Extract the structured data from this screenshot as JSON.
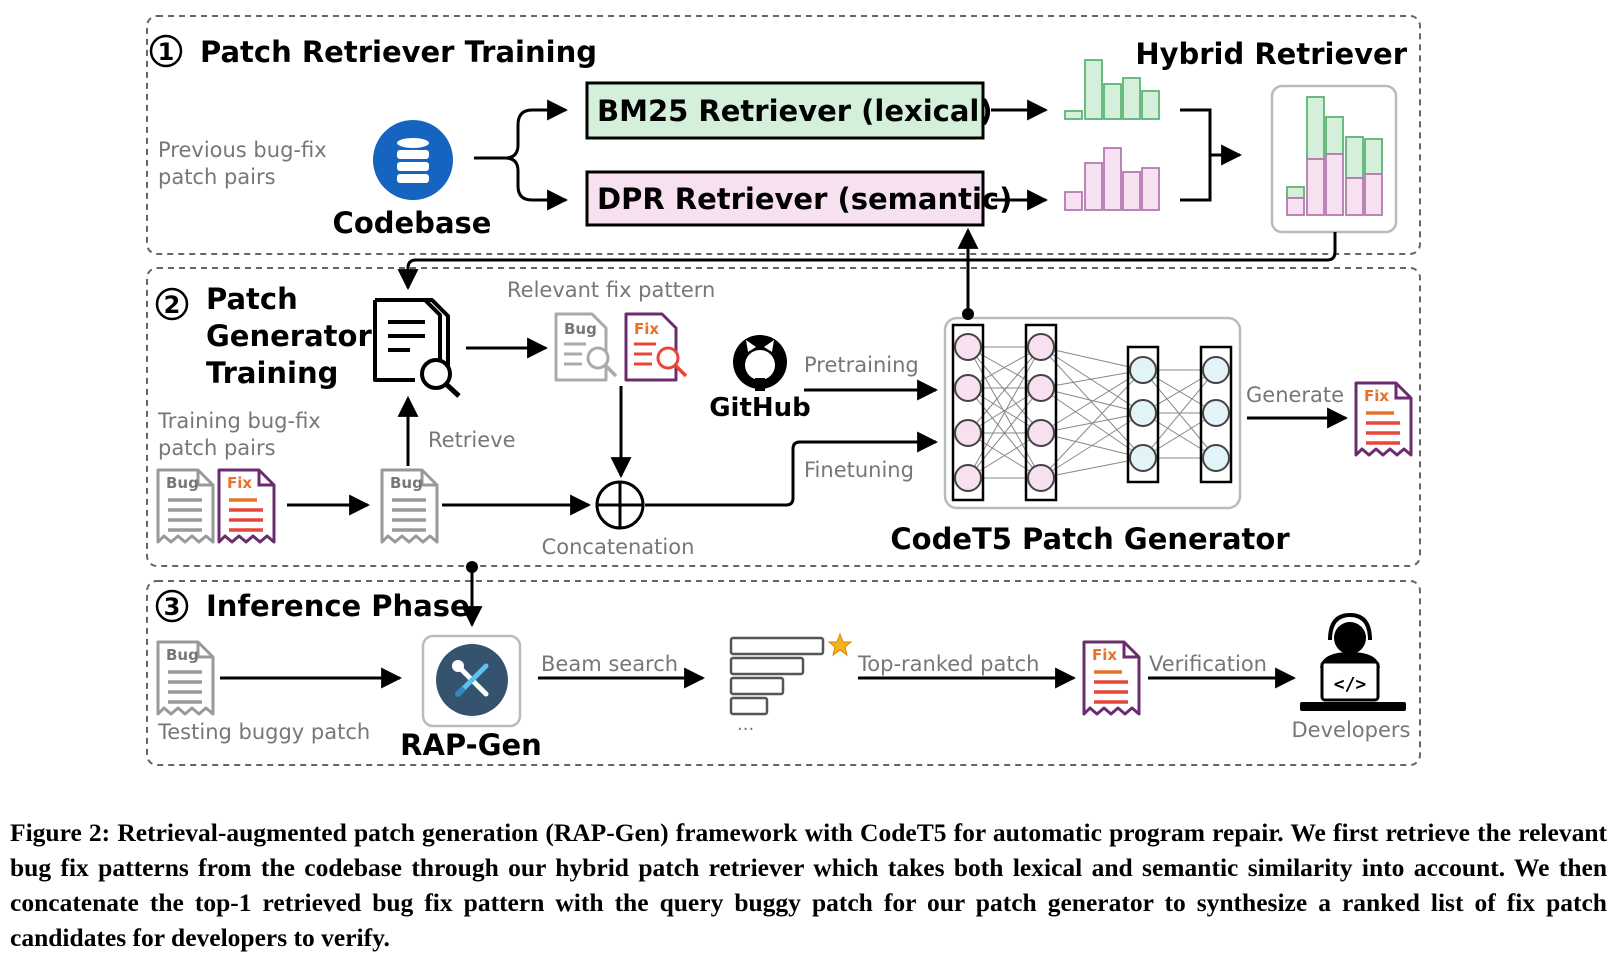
{
  "sections": {
    "retriever_training": {
      "number": "1",
      "title": "Patch Retriever Training"
    },
    "generator_training": {
      "number": "2",
      "title_lines": [
        "Patch",
        "Generator",
        "Training"
      ]
    },
    "inference": {
      "number": "3",
      "title": "Inference Phase"
    }
  },
  "retriever": {
    "input_label_lines": [
      "Previous bug-fix",
      "patch pairs"
    ],
    "codebase_label": "Codebase",
    "bm25_label": "BM25 Retriever (lexical)",
    "dpr_label": "DPR Retriever (semantic)",
    "hybrid_label": "Hybrid Retriever",
    "colors": {
      "lexical": "#d4f0db",
      "semantic": "#f7e1f1",
      "codebase": "#1565c0"
    }
  },
  "generator": {
    "relevant_label": "Relevant fix pattern",
    "training_label_lines": [
      "Training bug-fix",
      "patch pairs"
    ],
    "retrieve_label": "Retrieve",
    "concat_label": "Concatenation",
    "github_label": "GitHub",
    "pretraining_label": "Pretraining",
    "finetuning_label": "Finetuning",
    "generate_label": "Generate",
    "codet5_label": "CodeT5 Patch Generator"
  },
  "inference": {
    "testing_label": "Testing buggy patch",
    "rapgen_label": "RAP-Gen",
    "beam_label": "Beam search",
    "ellipsis": "...",
    "top_ranked_label": "Top-ranked patch",
    "verification_label": "Verification",
    "developers_label": "Developers"
  },
  "doc_tags": {
    "bug": "Bug",
    "fix": "Fix"
  },
  "code_tag": "</>",
  "caption": "Figure 2: Retrieval-augmented patch generation (RAP-Gen) framework with CodeT5 for automatic program repair. We first retrieve the relevant bug fix patterns from the codebase through our hybrid patch retriever which takes both lexical and semantic similarity into account. We then concatenate the top-1 retrieved bug fix pattern with the query buggy patch for our patch generator to synthesize a ranked list of fix patch candidates for developers to verify."
}
